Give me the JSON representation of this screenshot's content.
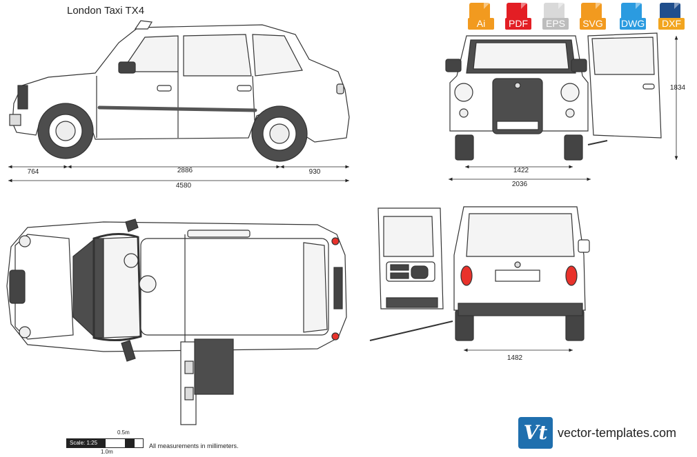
{
  "title": "London Taxi TX4",
  "formats": [
    {
      "label": "Ai",
      "color": "#f29a1f"
    },
    {
      "label": "PDF",
      "color": "#e31e24"
    },
    {
      "label": "EPS",
      "color": "#d9d9d9"
    },
    {
      "label": "SVG",
      "color": "#f29a1f"
    },
    {
      "label": "DWG",
      "color": "#2b9be0"
    },
    {
      "label": "DXF",
      "color": "#1f4e8c"
    }
  ],
  "dimensions": {
    "front_overhang": "764",
    "wheelbase": "2886",
    "rear_overhang": "930",
    "length": "4580",
    "front_track": "1422",
    "width_mirrors": "2036",
    "height": "1834",
    "rear_track": "1482"
  },
  "scale": {
    "label": "Scale: 1:25",
    "half_meter": "0.5m",
    "meter": "1.0m"
  },
  "note": "All measurements in millimeters.",
  "brand": {
    "logo_text": "Vt",
    "url": "vector-templates.com",
    "color": "#1f6fae"
  },
  "watermark": "vector-templates.com",
  "colors": {
    "body": "#ffffff",
    "outline": "#333333",
    "glass": "#f4f4f4",
    "dark": "#4d4d4d",
    "red": "#e8322b"
  }
}
